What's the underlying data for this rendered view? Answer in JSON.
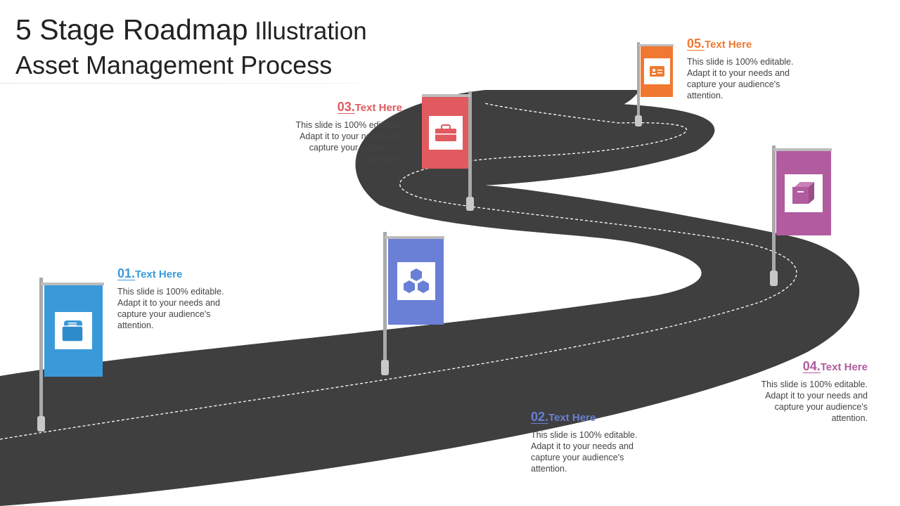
{
  "title": {
    "line1_large": "5 Stage Roadmap",
    "line1_small": " Illustration",
    "line2": "Asset Management Process"
  },
  "colors": {
    "road": "#3f3f3f",
    "road_dash": "#ffffff",
    "pole": "#a9a9a9",
    "stage1": "#3a9ad9",
    "stage2": "#6a7fd6",
    "stage3": "#e05a5f",
    "stage4": "#b05c9e",
    "stage5": "#f07830"
  },
  "stages": [
    {
      "number": "01.",
      "heading": "Text Here",
      "description": "This slide is 100% editable. Adapt it to your needs and capture your audience's attention.",
      "icon": "folder-document-icon",
      "color": "#3a9ad9"
    },
    {
      "number": "02.",
      "heading": "Text Here",
      "description": "This slide is 100% editable. Adapt it to your needs and capture your audience's attention.",
      "icon": "hexagons-icon",
      "color": "#6a7fd6"
    },
    {
      "number": "03.",
      "heading": "Text Here",
      "description": "This slide is 100% editable. Adapt it to your needs and capture your audience's attention.",
      "icon": "briefcase-icon",
      "color": "#e05a5f"
    },
    {
      "number": "04.",
      "heading": "Text Here",
      "description": "This slide is 100% editable. Adapt it to your needs and capture your audience's attention.",
      "icon": "box-icon",
      "color": "#b05c9e"
    },
    {
      "number": "05.",
      "heading": "Text Here",
      "description": "This slide is 100% editable. Adapt it to your needs and capture your audience's attention.",
      "icon": "id-card-icon",
      "color": "#f07830"
    }
  ]
}
